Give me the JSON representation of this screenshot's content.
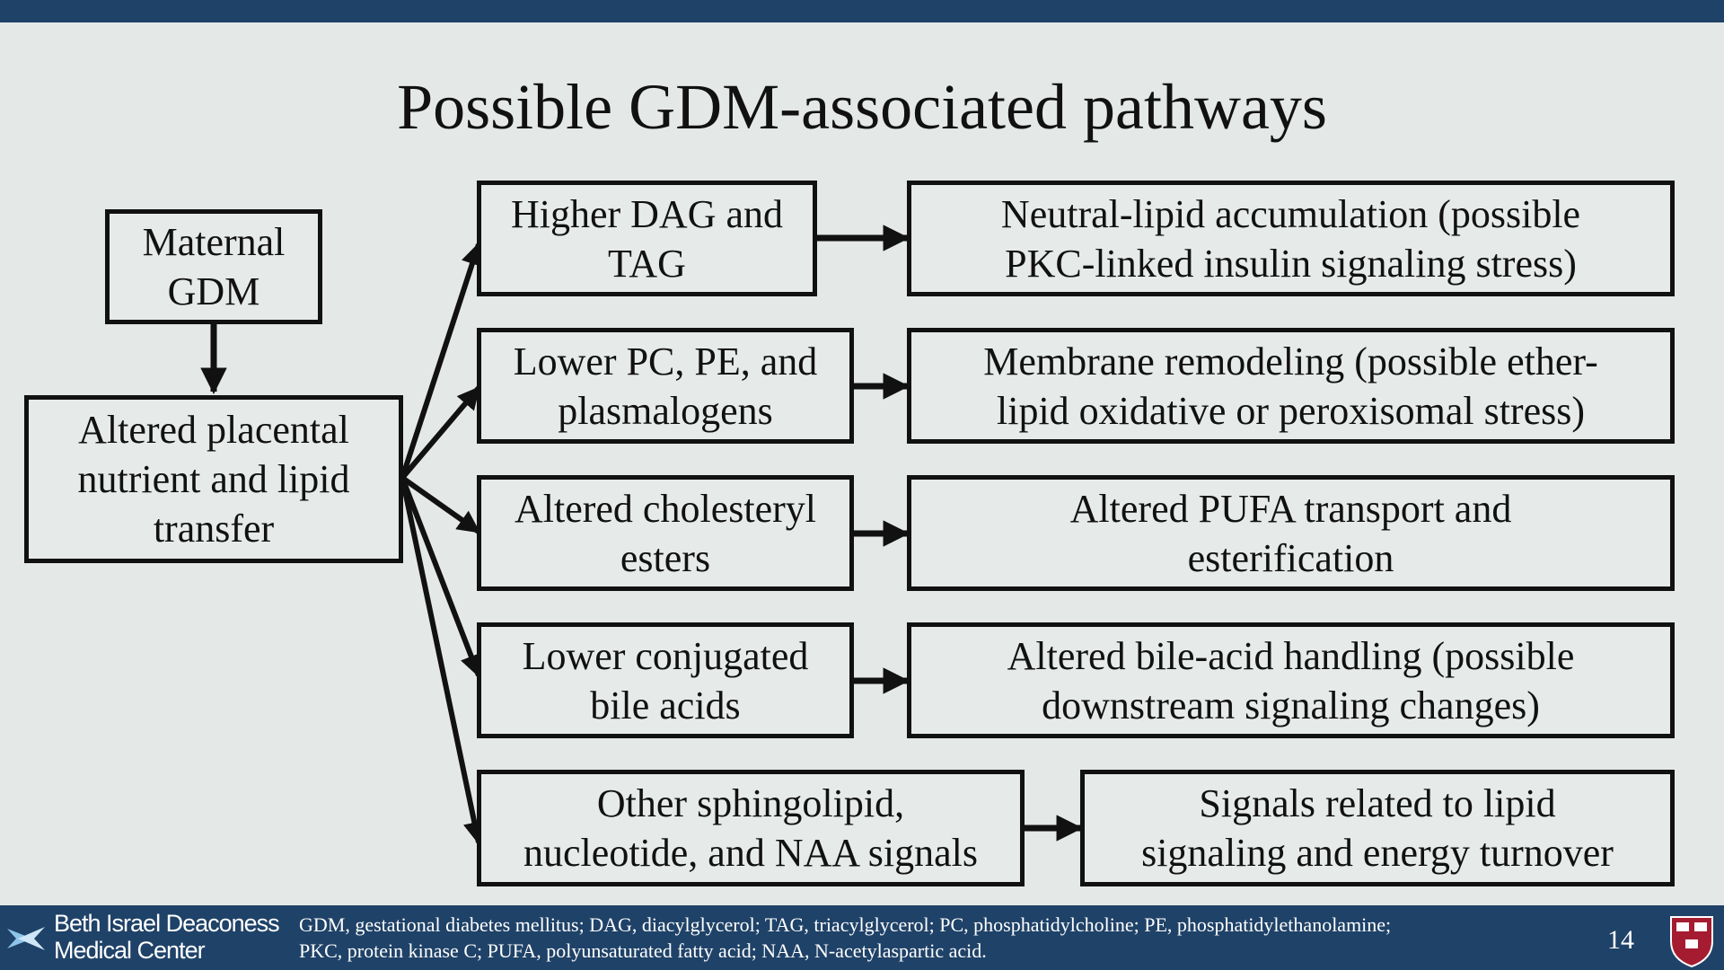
{
  "slide": {
    "title": "Possible GDM-associated pathways",
    "page_number": "14"
  },
  "diagram": {
    "root": "Maternal\nGDM",
    "hub": "Altered placental\nnutrient and lipid\ntransfer",
    "changes": [
      "Higher DAG and\nTAG",
      "Lower PC, PE, and\nplasmalogens",
      "Altered cholesteryl\nesters",
      "Lower conjugated\nbile acids",
      "Other sphingolipid,\nnucleotide, and NAA signals"
    ],
    "effects": [
      "Neutral-lipid accumulation (possible\nPKC-linked insulin signaling stress)",
      "Membrane remodeling (possible ether-\nlipid oxidative or peroxisomal stress)",
      "Altered PUFA transport and\nesterification",
      "Altered bile-acid handling (possible\ndownstream signaling changes)",
      "Signals related to lipid\nsignaling and energy turnover"
    ]
  },
  "footer": {
    "org_line1": "Beth Israel Deaconess",
    "org_line2": "Medical Center",
    "footnote_line1": "GDM, gestational diabetes mellitus; DAG, diacylglycerol; TAG, triacylglycerol; PC, phosphatidylcholine; PE, phosphatidylethanolamine;",
    "footnote_line2": "PKC, protein kinase C; PUFA, polyunsaturated fatty acid; NAA, N-acetylaspartic acid.",
    "logo_icon": "bidmc-bird-logo-icon",
    "shield_icon": "harvard-shield-icon"
  },
  "colors": {
    "brand_navy": "#1f4268",
    "background": "#e4e8e6",
    "stroke": "#111111"
  }
}
